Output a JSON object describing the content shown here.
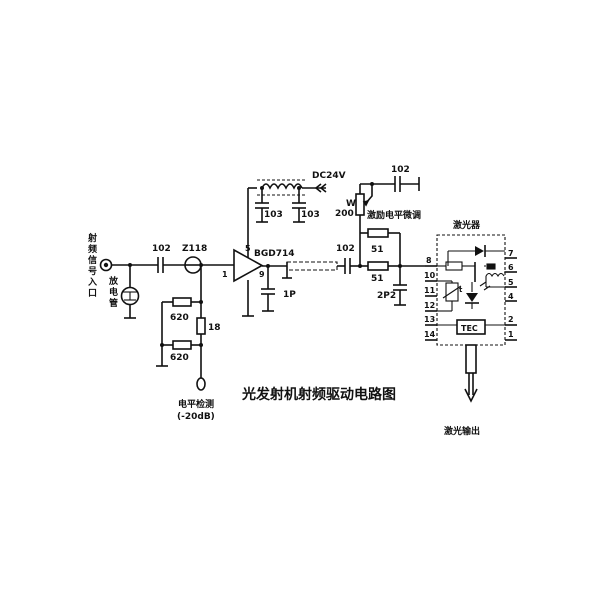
{
  "diagram": {
    "title": "光发射机射频驱动电路图",
    "input_label": "射频信号入口",
    "input_label_chars": [
      "射",
      "频",
      "信",
      "号",
      "入",
      "口"
    ],
    "discharge_tube_label": "放电管",
    "discharge_tube_chars": [
      "放",
      "电",
      "管"
    ],
    "level_detect_label": "电平检测",
    "level_detect_value": "(-20dB)",
    "supply_label": "DC24V",
    "excitation_label": "激励电平微调",
    "laser_label": "激光器",
    "laser_output_label": "激光输出",
    "tec_label": "TEC",
    "amplifier": {
      "name": "BGD714",
      "pins": {
        "in": "1",
        "out": "9",
        "vcc": "5"
      }
    },
    "components": {
      "c_input": "102",
      "transistor": "Z118",
      "r620_top": "620",
      "r620_bottom": "620",
      "r18": "18",
      "c103_left": "103",
      "c103_right": "103",
      "c1p": "1P",
      "c_out": "102",
      "c_adj": "102",
      "pot_w": "W",
      "pot_value": "200",
      "r51_top": "51",
      "r51_bottom": "51",
      "c2p2": "2P2"
    },
    "laser_pins_left": [
      "8",
      "10",
      "11",
      "12",
      "13",
      "14"
    ],
    "laser_pins_right": [
      "7",
      "6",
      "5",
      "4",
      "2",
      "1"
    ]
  }
}
